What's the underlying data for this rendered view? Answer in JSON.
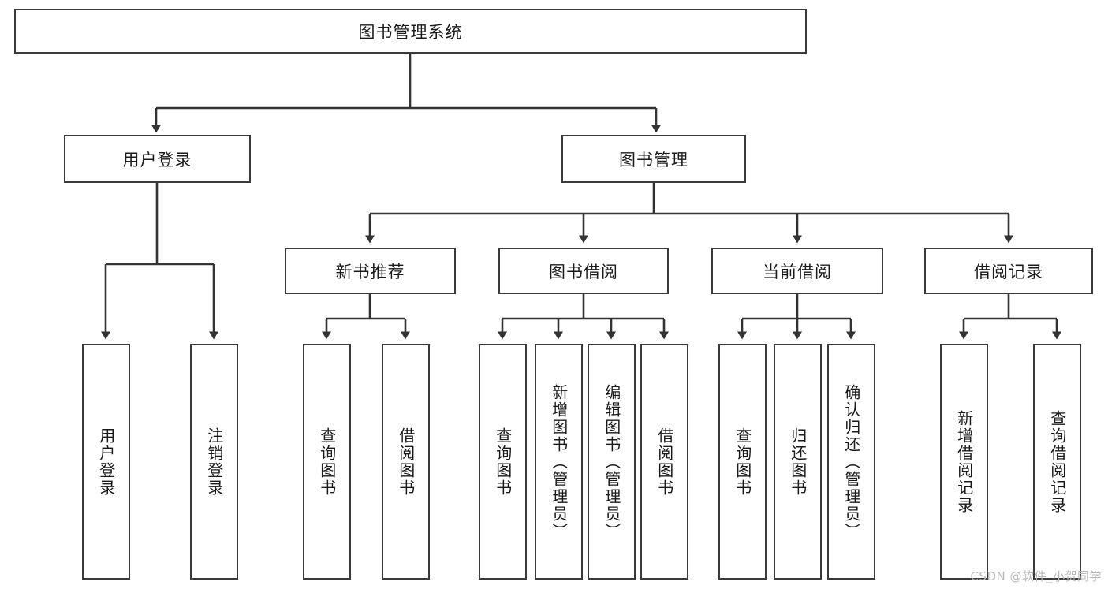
{
  "diagram": {
    "title": "图书管理系统",
    "type": "tree-hierarchy-chart",
    "root": {
      "label": "图书管理系统"
    },
    "level2": [
      {
        "label": "用户登录"
      },
      {
        "label": "图书管理"
      }
    ],
    "level3": [
      {
        "label": "新书推荐"
      },
      {
        "label": "图书借阅"
      },
      {
        "label": "当前借阅"
      },
      {
        "label": "借阅记录"
      }
    ],
    "leaves": {
      "user_login": [
        {
          "label": "用户登录"
        },
        {
          "label": "注销登录"
        }
      ],
      "new_book_recommend": [
        {
          "label": "查询图书"
        },
        {
          "label": "借阅图书"
        }
      ],
      "book_borrow": [
        {
          "label": "查询图书"
        },
        {
          "label": "新增图书（管理员）"
        },
        {
          "label": "编辑图书（管理员）"
        },
        {
          "label": "借阅图书"
        }
      ],
      "current_borrow": [
        {
          "label": "查询图书"
        },
        {
          "label": "归还图书"
        },
        {
          "label": "确认归还（管理员）"
        }
      ],
      "borrow_record": [
        {
          "label": "新增借阅记录"
        },
        {
          "label": "查询借阅记录"
        }
      ]
    }
  },
  "watermark": {
    "text": "CSDN @软件_小贺同学"
  },
  "colors": {
    "box_border": "#3a3a3a",
    "box_fill": "#ffffff",
    "connector": "#333333",
    "text": "#1a1a1a",
    "watermark": "#b9b9b9",
    "background": "#ffffff"
  }
}
